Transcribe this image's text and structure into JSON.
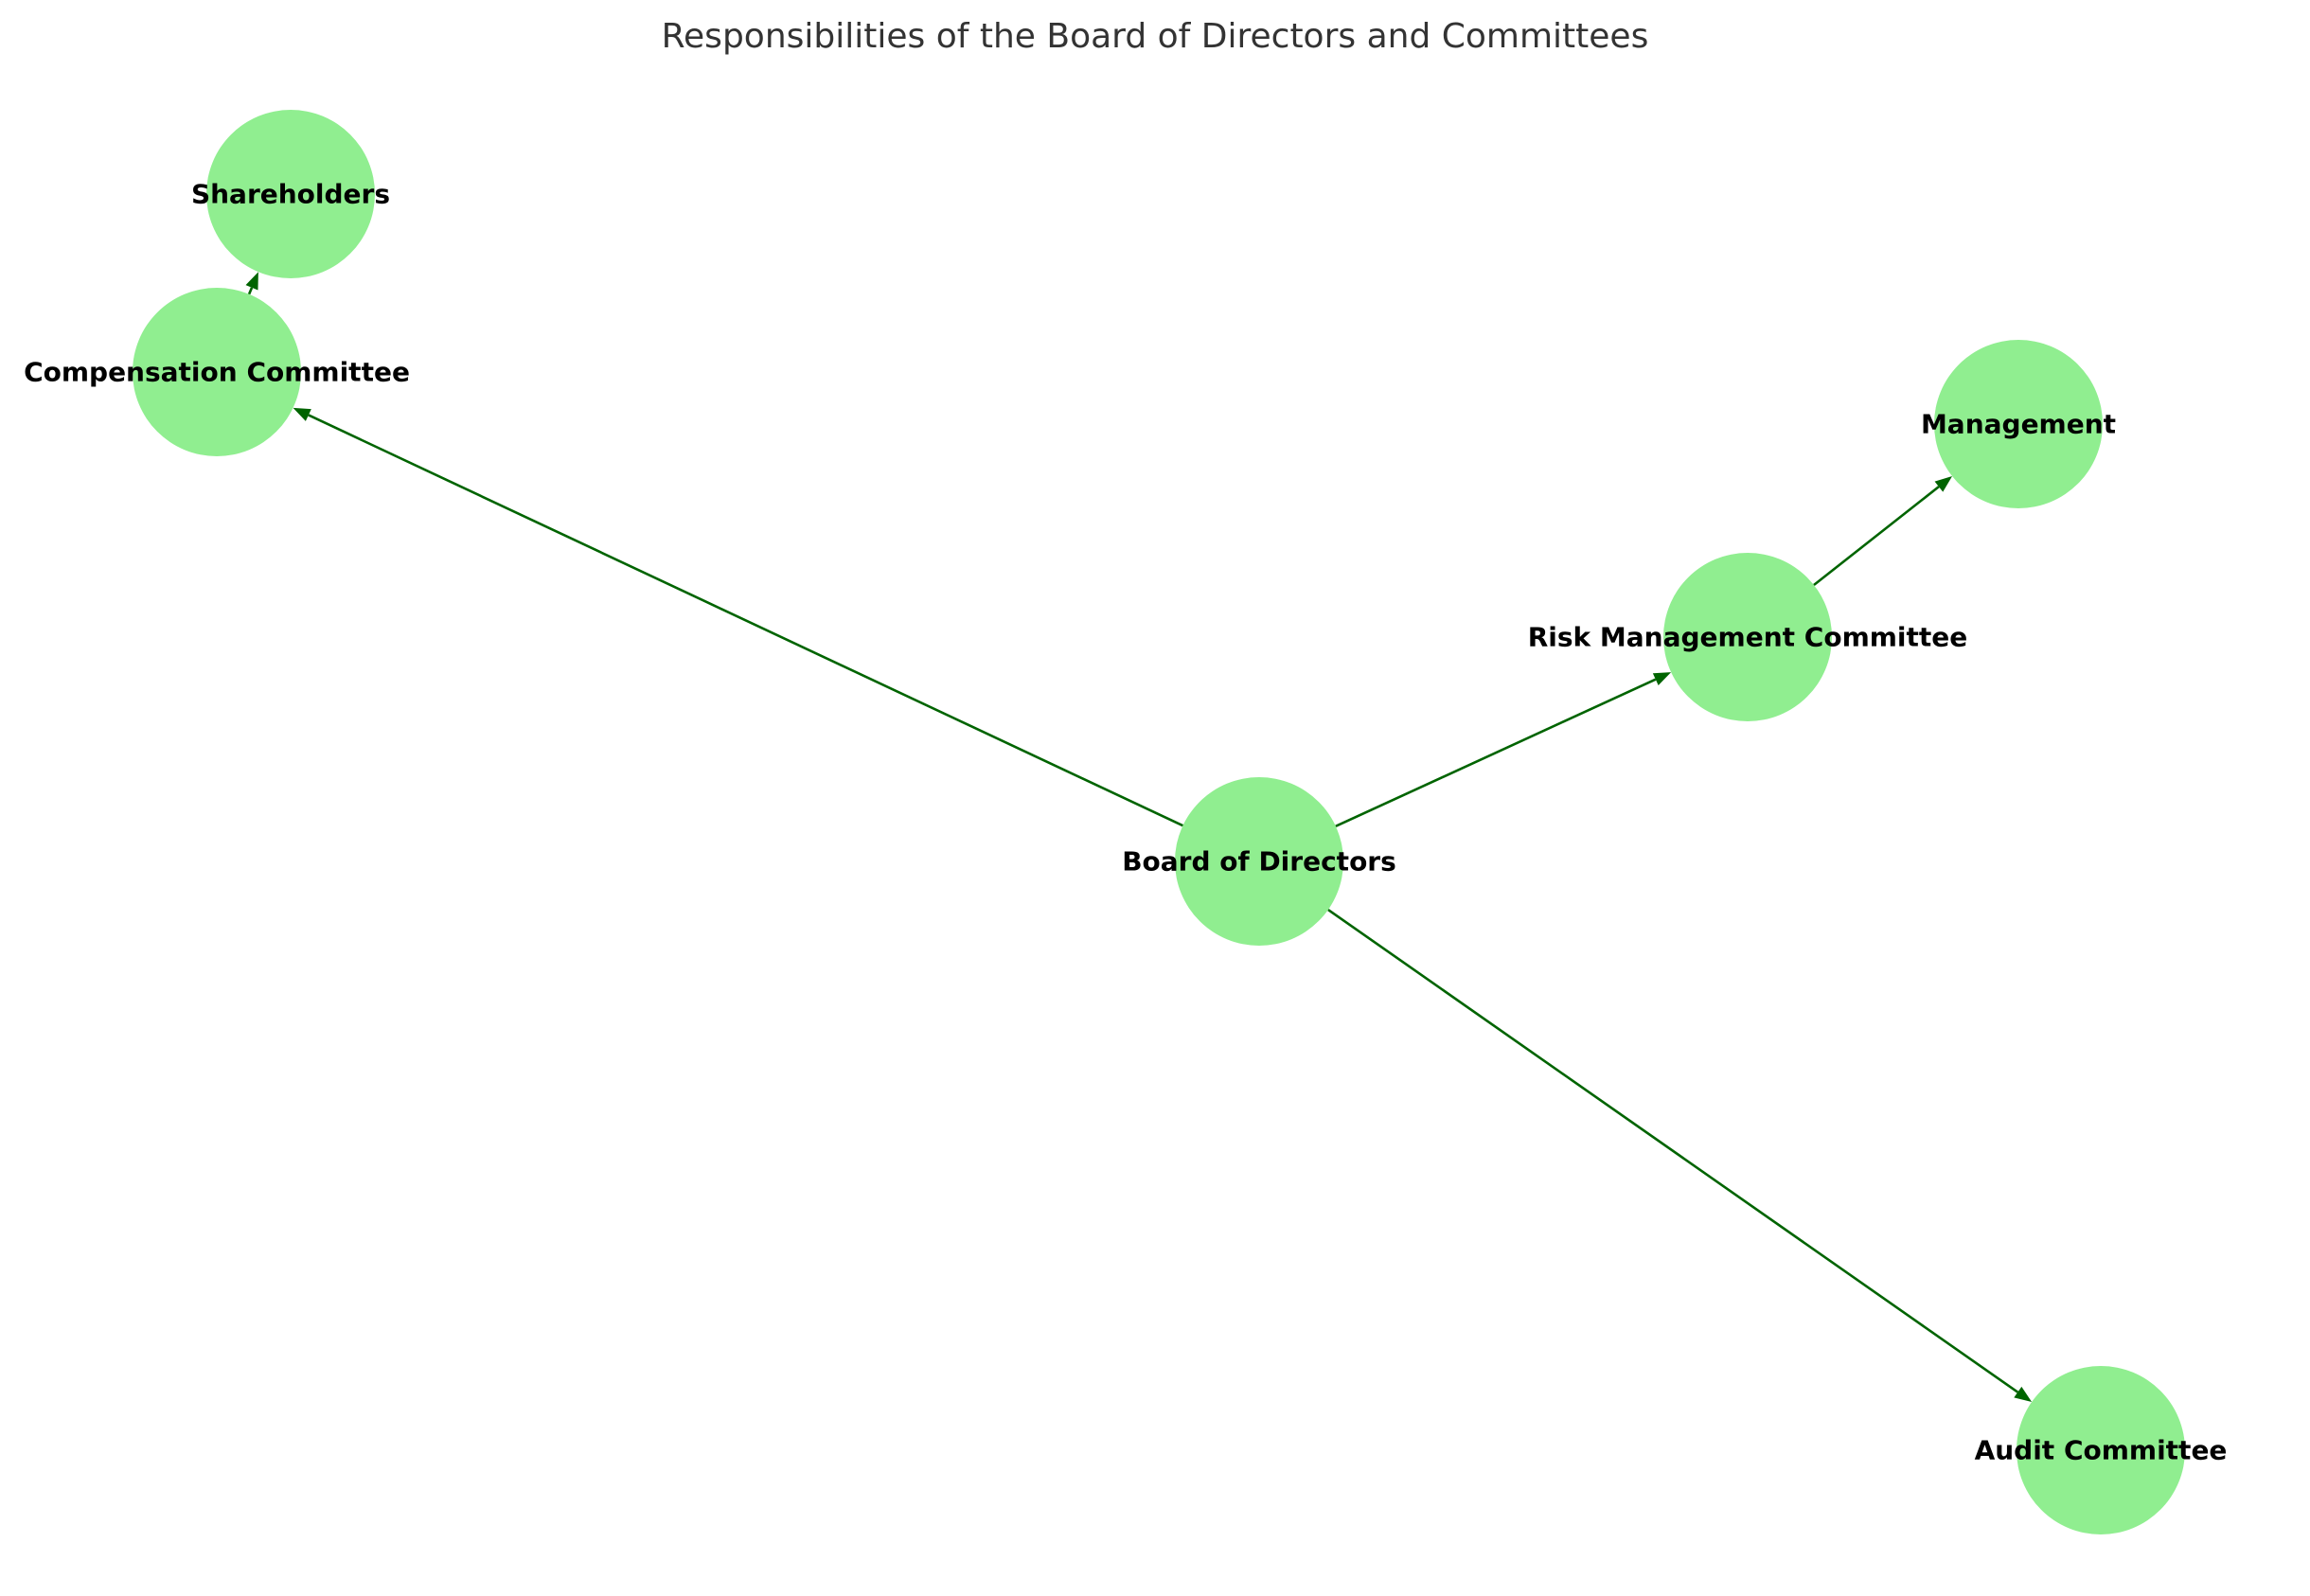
{
  "diagram": {
    "title": "Responsibilities of the Board of Directors and Committees",
    "colors": {
      "node_fill": "#90ee90",
      "edge": "#006400",
      "title": "#333333",
      "label": "#000000"
    },
    "nodes": [
      {
        "id": "board",
        "label": "Board of Directors"
      },
      {
        "id": "audit",
        "label": "Audit Committee"
      },
      {
        "id": "risk",
        "label": "Risk Management Committee"
      },
      {
        "id": "management",
        "label": "Management"
      },
      {
        "id": "compensation",
        "label": "Compensation Committee"
      },
      {
        "id": "shareholders",
        "label": "Shareholders"
      }
    ],
    "edges": [
      {
        "from": "board",
        "to": "audit"
      },
      {
        "from": "board",
        "to": "risk"
      },
      {
        "from": "risk",
        "to": "management"
      },
      {
        "from": "board",
        "to": "compensation"
      },
      {
        "from": "compensation",
        "to": "shareholders"
      }
    ]
  }
}
